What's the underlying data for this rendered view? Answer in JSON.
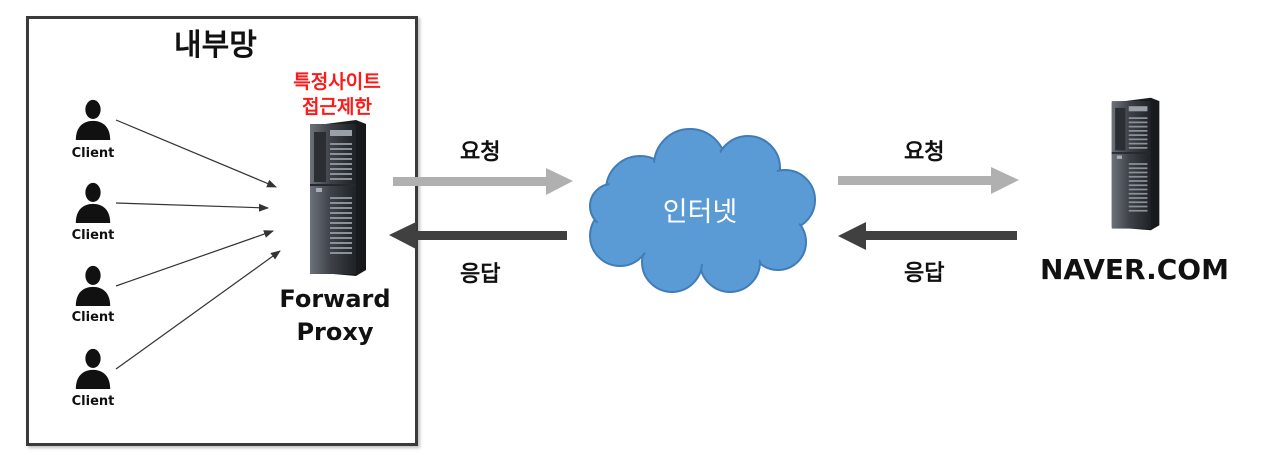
{
  "internal_network": {
    "title": "내부망"
  },
  "restriction": {
    "line1": "특정사이트",
    "line2": "접근제한"
  },
  "clients": [
    {
      "label": "Client"
    },
    {
      "label": "Client"
    },
    {
      "label": "Client"
    },
    {
      "label": "Client"
    }
  ],
  "proxy": {
    "line1": "Forward",
    "line2": "Proxy"
  },
  "flows": {
    "left_request": "요청",
    "left_response": "응답",
    "right_request": "요청",
    "right_response": "응답"
  },
  "internet": {
    "label": "인터넷"
  },
  "server": {
    "label": "NAVER.COM"
  },
  "colors": {
    "request_arrow": "#b0b0b0",
    "response_arrow": "#404040",
    "cloud": "#5b9bd5",
    "restriction_text": "#ff1a1a"
  }
}
